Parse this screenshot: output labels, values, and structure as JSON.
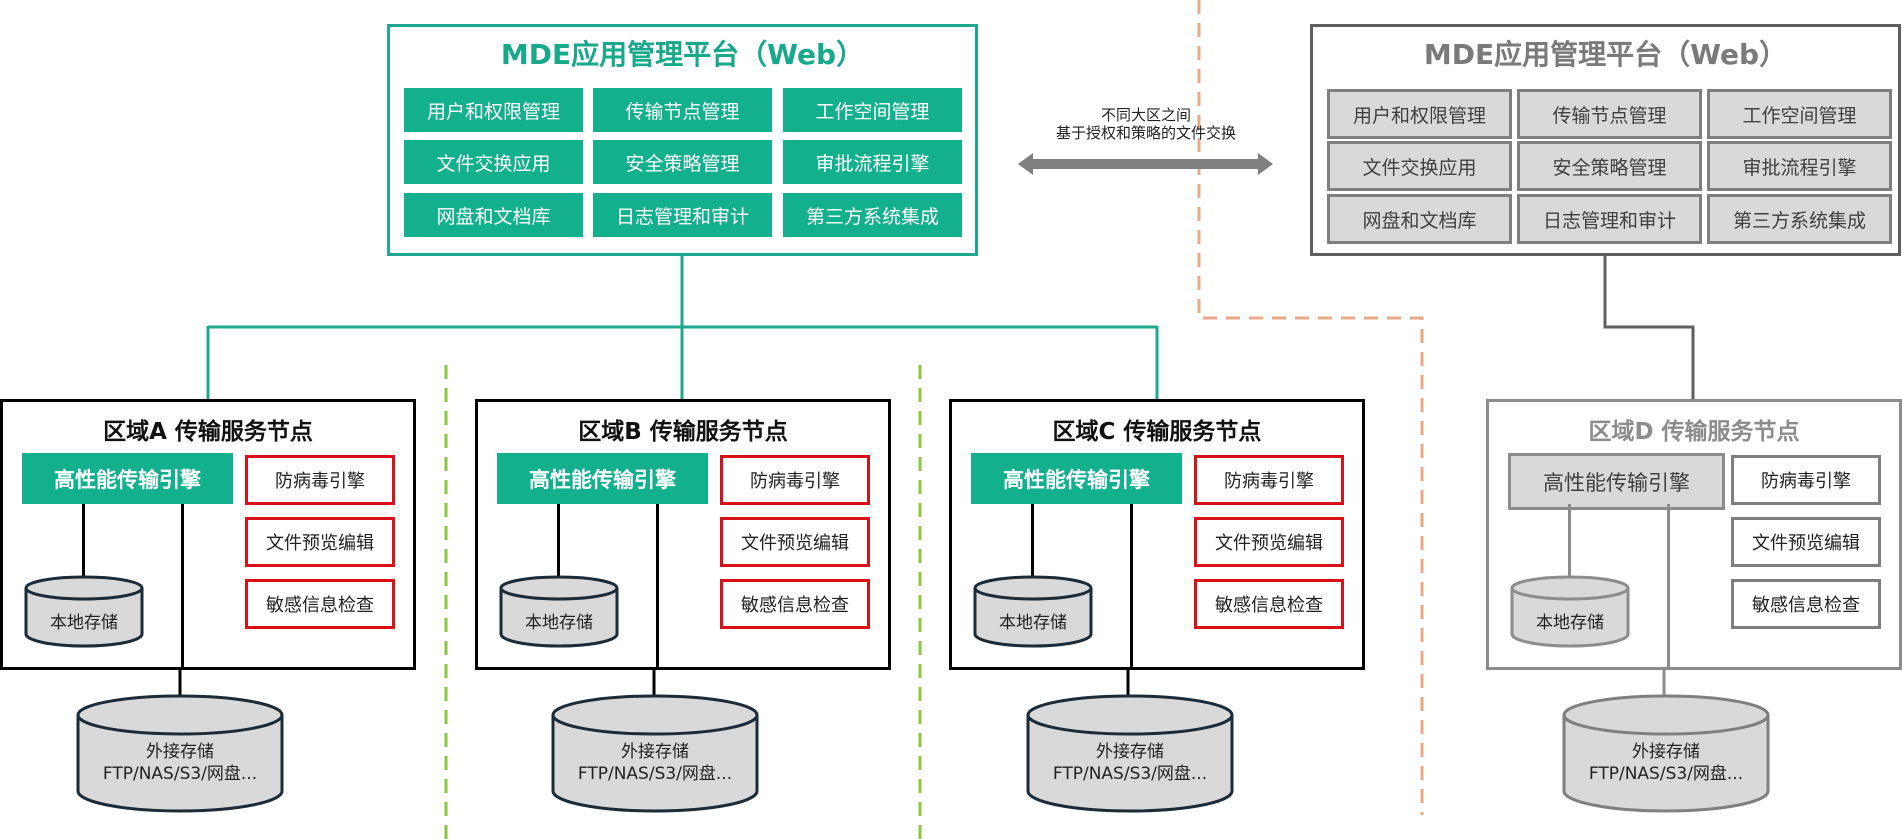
{
  "colors": {
    "teal": "#13b08e",
    "teal_border": "#1fa88e",
    "gray_border": "#5f5f5f",
    "red_border": "#d9121a",
    "green_dash": "#8cc63f",
    "orange_dash": "#e9a887",
    "arrow_gray": "#7f7f7f"
  },
  "platforms": [
    {
      "id": "primary",
      "title": "MDE应用管理平台（Web）",
      "modules": [
        "用户和权限管理",
        "传输节点管理",
        "工作空间管理",
        "文件交换应用",
        "安全策略管理",
        "审批流程引擎",
        "网盘和文档库",
        "日志管理和审计",
        "第三方系统集成"
      ]
    },
    {
      "id": "remote",
      "title": "MDE应用管理平台（Web）",
      "modules": [
        "用户和权限管理",
        "传输节点管理",
        "工作空间管理",
        "文件交换应用",
        "安全策略管理",
        "审批流程引擎",
        "网盘和文档库",
        "日志管理和审计",
        "第三方系统集成"
      ]
    }
  ],
  "exchange": {
    "line1": "不同大区之间",
    "line2": "基于授权和策略的文件交换"
  },
  "regions": [
    {
      "title": "区域A 传输服务节点",
      "engine": "高性能传输引擎",
      "services": [
        "防病毒引擎",
        "文件预览编辑",
        "敏感信息检查"
      ],
      "local_storage": "本地存储",
      "external_storage": {
        "line1": "外接存储",
        "line2": "FTP/NAS/S3/网盘..."
      }
    },
    {
      "title": "区域B 传输服务节点",
      "engine": "高性能传输引擎",
      "services": [
        "防病毒引擎",
        "文件预览编辑",
        "敏感信息检查"
      ],
      "local_storage": "本地存储",
      "external_storage": {
        "line1": "外接存储",
        "line2": "FTP/NAS/S3/网盘..."
      }
    },
    {
      "title": "区域C 传输服务节点",
      "engine": "高性能传输引擎",
      "services": [
        "防病毒引擎",
        "文件预览编辑",
        "敏感信息检查"
      ],
      "local_storage": "本地存储",
      "external_storage": {
        "line1": "外接存储",
        "line2": "FTP/NAS/S3/网盘..."
      }
    },
    {
      "title": "区域D 传输服务节点",
      "engine": "高性能传输引擎",
      "services": [
        "防病毒引擎",
        "文件预览编辑",
        "敏感信息检查"
      ],
      "local_storage": "本地存储",
      "external_storage": {
        "line1": "外接存储",
        "line2": "FTP/NAS/S3/网盘..."
      }
    }
  ]
}
